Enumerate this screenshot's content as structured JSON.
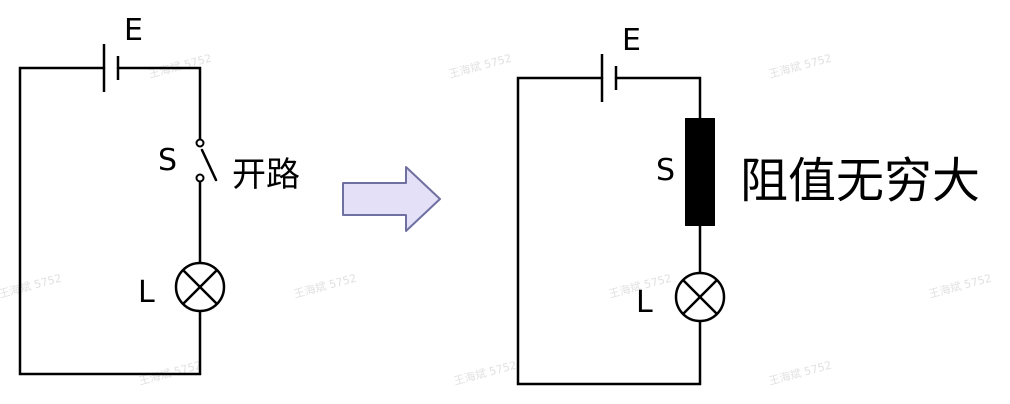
{
  "left_circuit": {
    "battery_label": "E",
    "switch_label": "S",
    "switch_state": "开路",
    "lamp_label": "L"
  },
  "right_circuit": {
    "battery_label": "E",
    "switch_label": "S",
    "switch_state": "阻值无穷大",
    "lamp_label": "L"
  },
  "watermark": "王海斌 5752",
  "colors": {
    "arrow_fill": "#e4e0f8",
    "arrow_stroke": "#6f6fa0",
    "line": "#000000"
  }
}
